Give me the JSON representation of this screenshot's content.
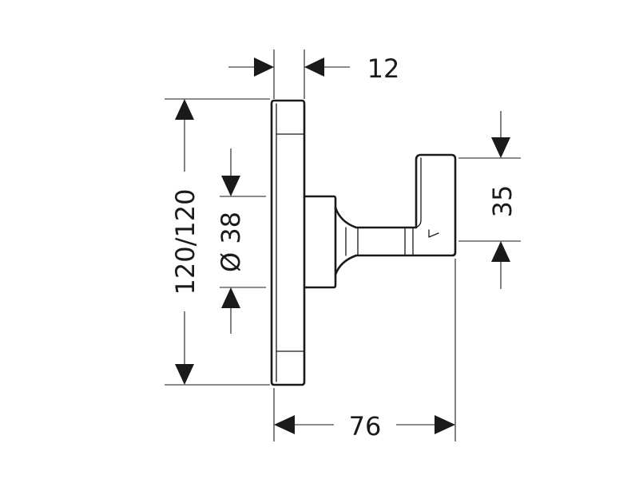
{
  "drawing": {
    "dimensions": {
      "plate_thickness": "12",
      "plate_size": "120/120",
      "rosette_diameter": "Ø 38",
      "hook_height": "35",
      "projection": "76"
    },
    "ink_color": "#1a1a1a",
    "background_color": "#ffffff"
  }
}
